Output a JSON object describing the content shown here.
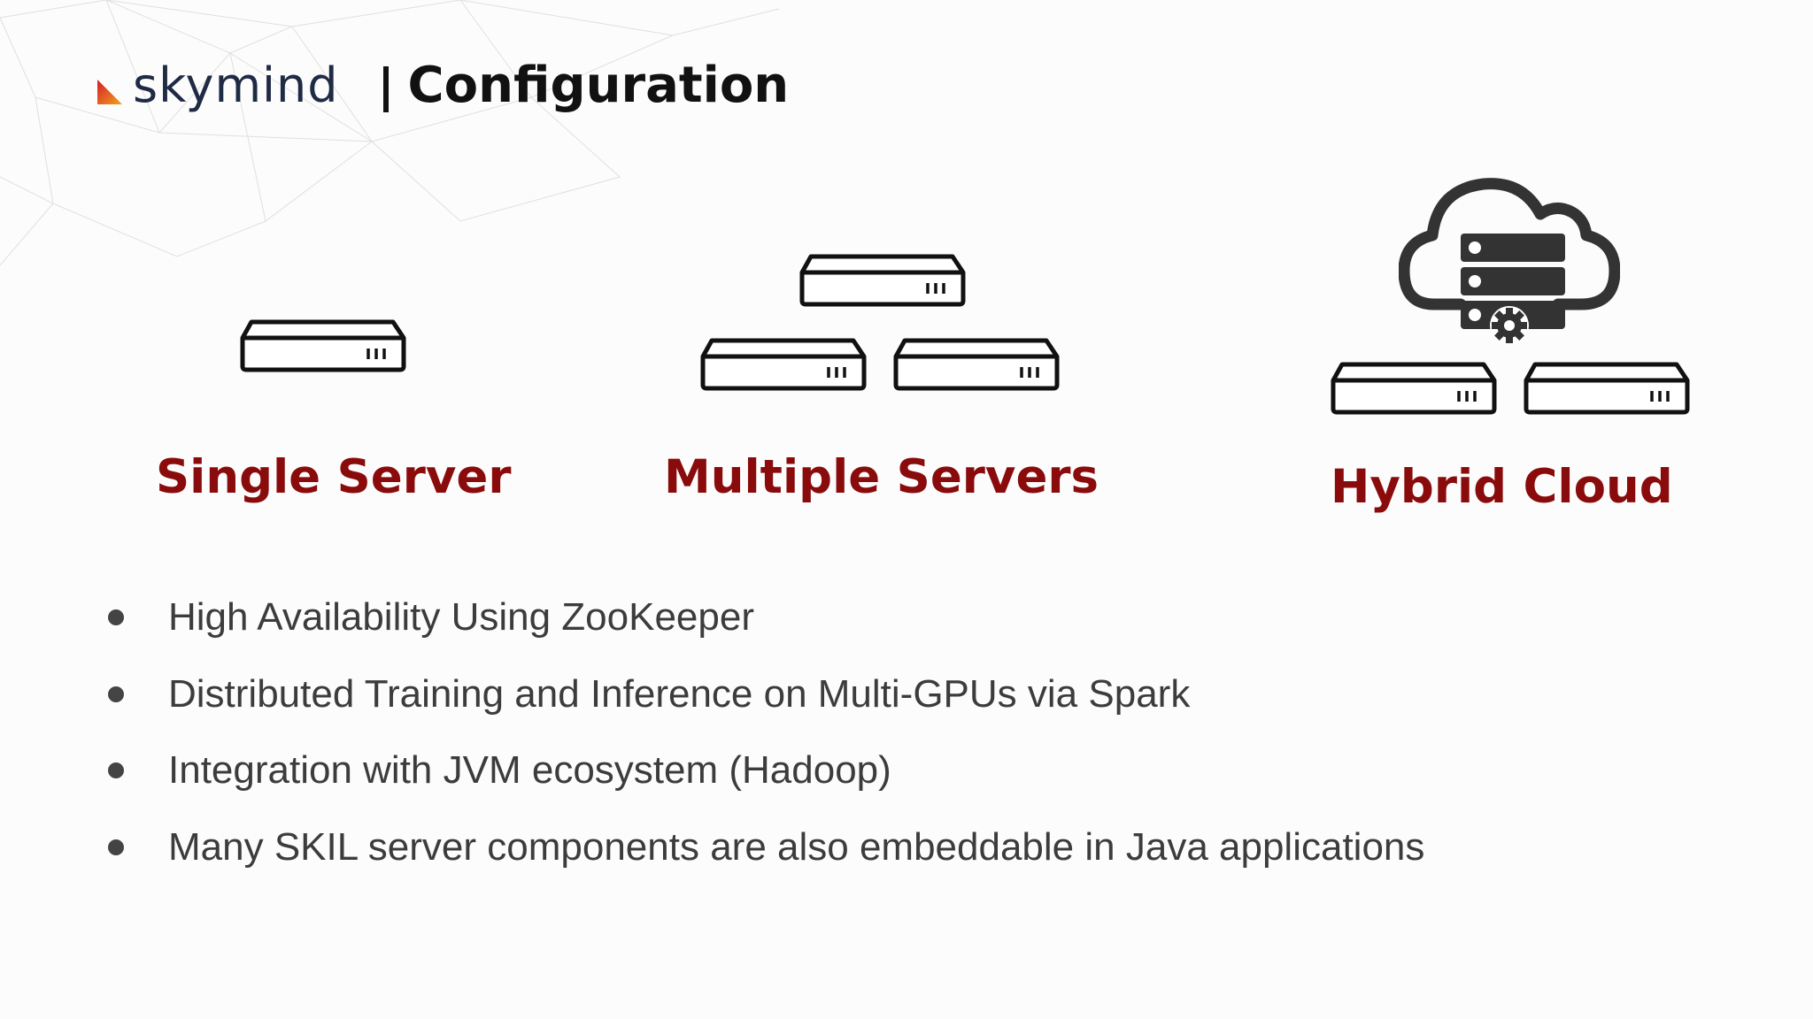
{
  "header": {
    "logo_text": "skymind",
    "title": "Configuration"
  },
  "configurations": [
    {
      "label": "Single Server",
      "icon": "server-icon"
    },
    {
      "label": "Multiple Servers",
      "icon": "servers-icon"
    },
    {
      "label": "Hybrid Cloud",
      "icon": "cloud-server-icon"
    }
  ],
  "bullets": [
    "High Availability Using ZooKeeper",
    "Distributed Training and Inference on Multi-GPUs via Spark",
    "Integration with JVM ecosystem (Hadoop)",
    "Many SKIL server components are also embeddable in Java applications"
  ],
  "colors": {
    "accent_red": "#8a0b0b",
    "logo_orange": "#e8561e",
    "logo_navy": "#1f2a44",
    "text": "#3c3c3c"
  }
}
